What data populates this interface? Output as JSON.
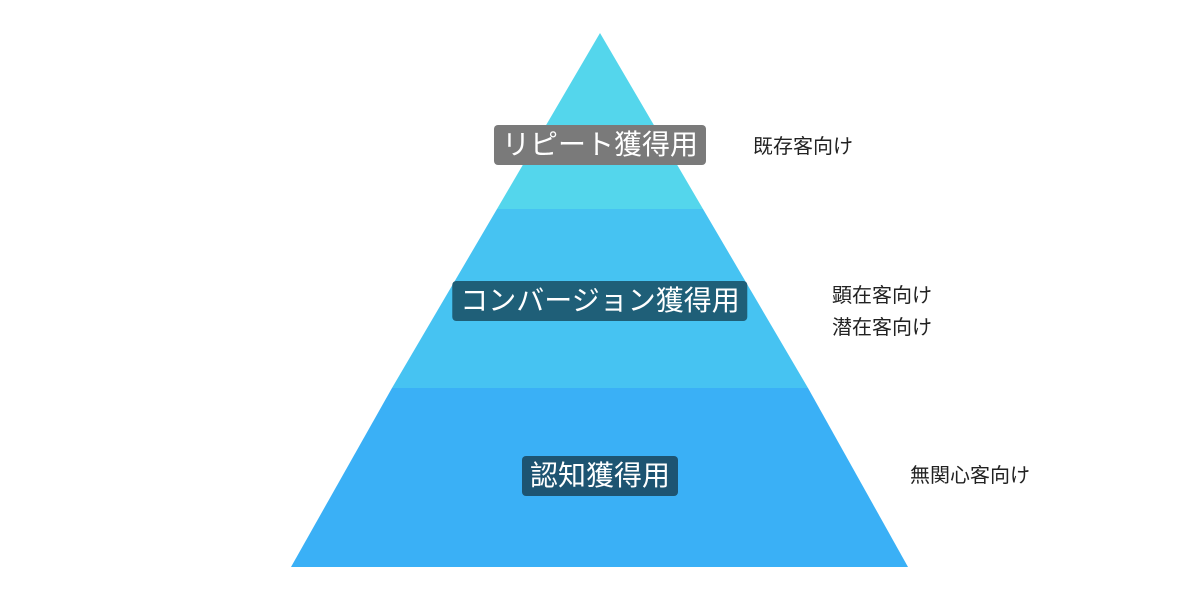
{
  "tiers": [
    {
      "label": "リピート獲得用",
      "audience": [
        "既存客向け"
      ],
      "fill": "#54d6ec",
      "label_bg": "#7a7a7a"
    },
    {
      "label": "コンバージョン獲得用",
      "audience": [
        "顕在客向け",
        "潜在客向け"
      ],
      "fill": "#46c3f2",
      "label_bg": "#1f5f78"
    },
    {
      "label": "認知獲得用",
      "audience": [
        "無関心客向け"
      ],
      "fill": "#3ab0f6",
      "label_bg": "#1d5472"
    }
  ]
}
